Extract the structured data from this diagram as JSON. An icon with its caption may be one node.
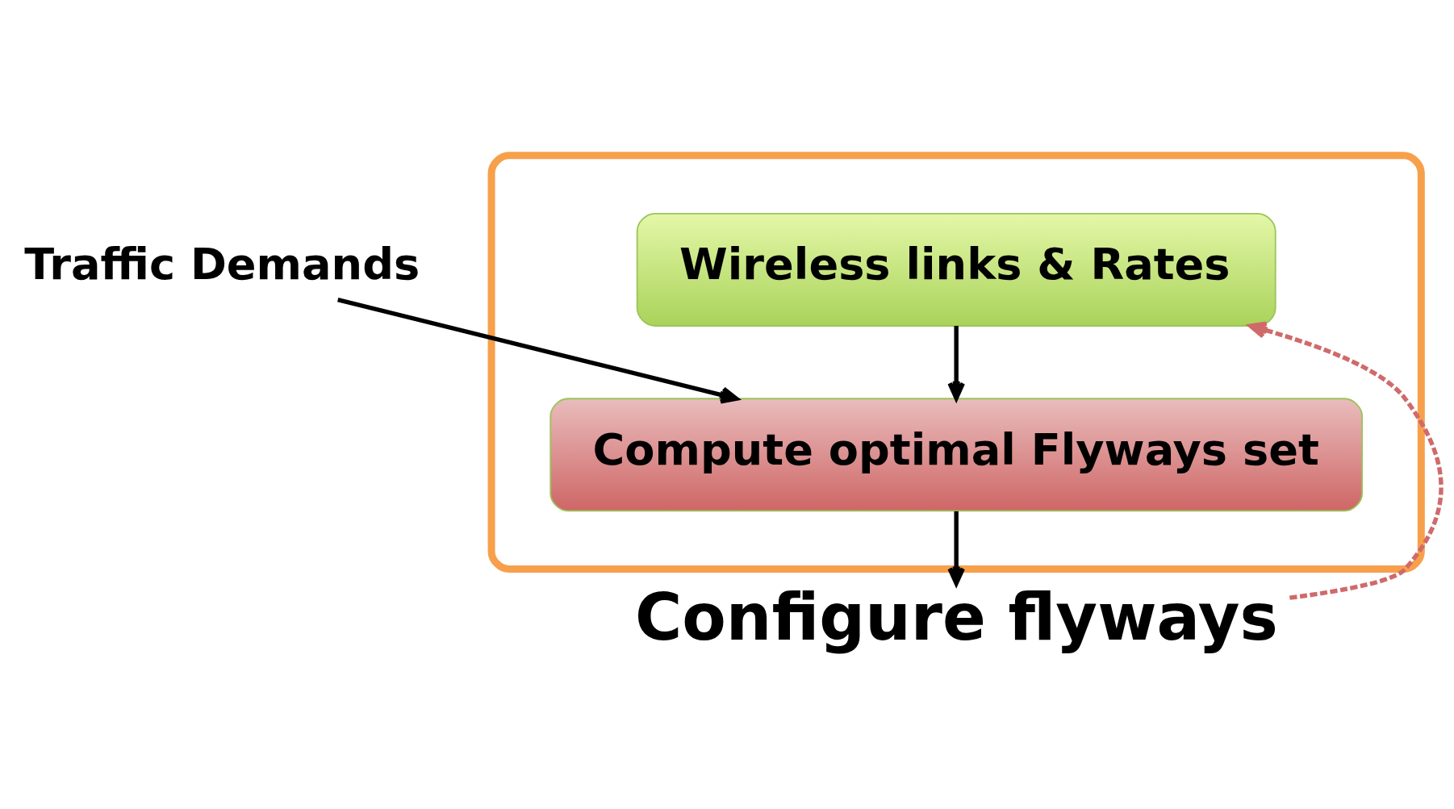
{
  "diagram": {
    "nodes": [
      {
        "text": [],
        "shape": "box"
      },
      {
        "text": [
          "Wireless links & Rates"
        ],
        "in": 0
      },
      {
        "text": [
          "Compute optimal Flyways set"
        ],
        "in": 0
      },
      {
        "text": [
          "Traffic Demands"
        ]
      },
      {
        "text": [
          "Configure flyways"
        ]
      }
    ],
    "edges": [
      {
        "from": 3,
        "to": 2,
        "arrow": "to"
      },
      {
        "from": 1,
        "to": 2,
        "arrow": "to"
      },
      {
        "from": 2,
        "to": 4,
        "arrow": "to"
      },
      {
        "from": 4,
        "to": 1,
        "arrow": "to",
        "style": "dashed",
        "color": "#d06a6a"
      }
    ]
  }
}
